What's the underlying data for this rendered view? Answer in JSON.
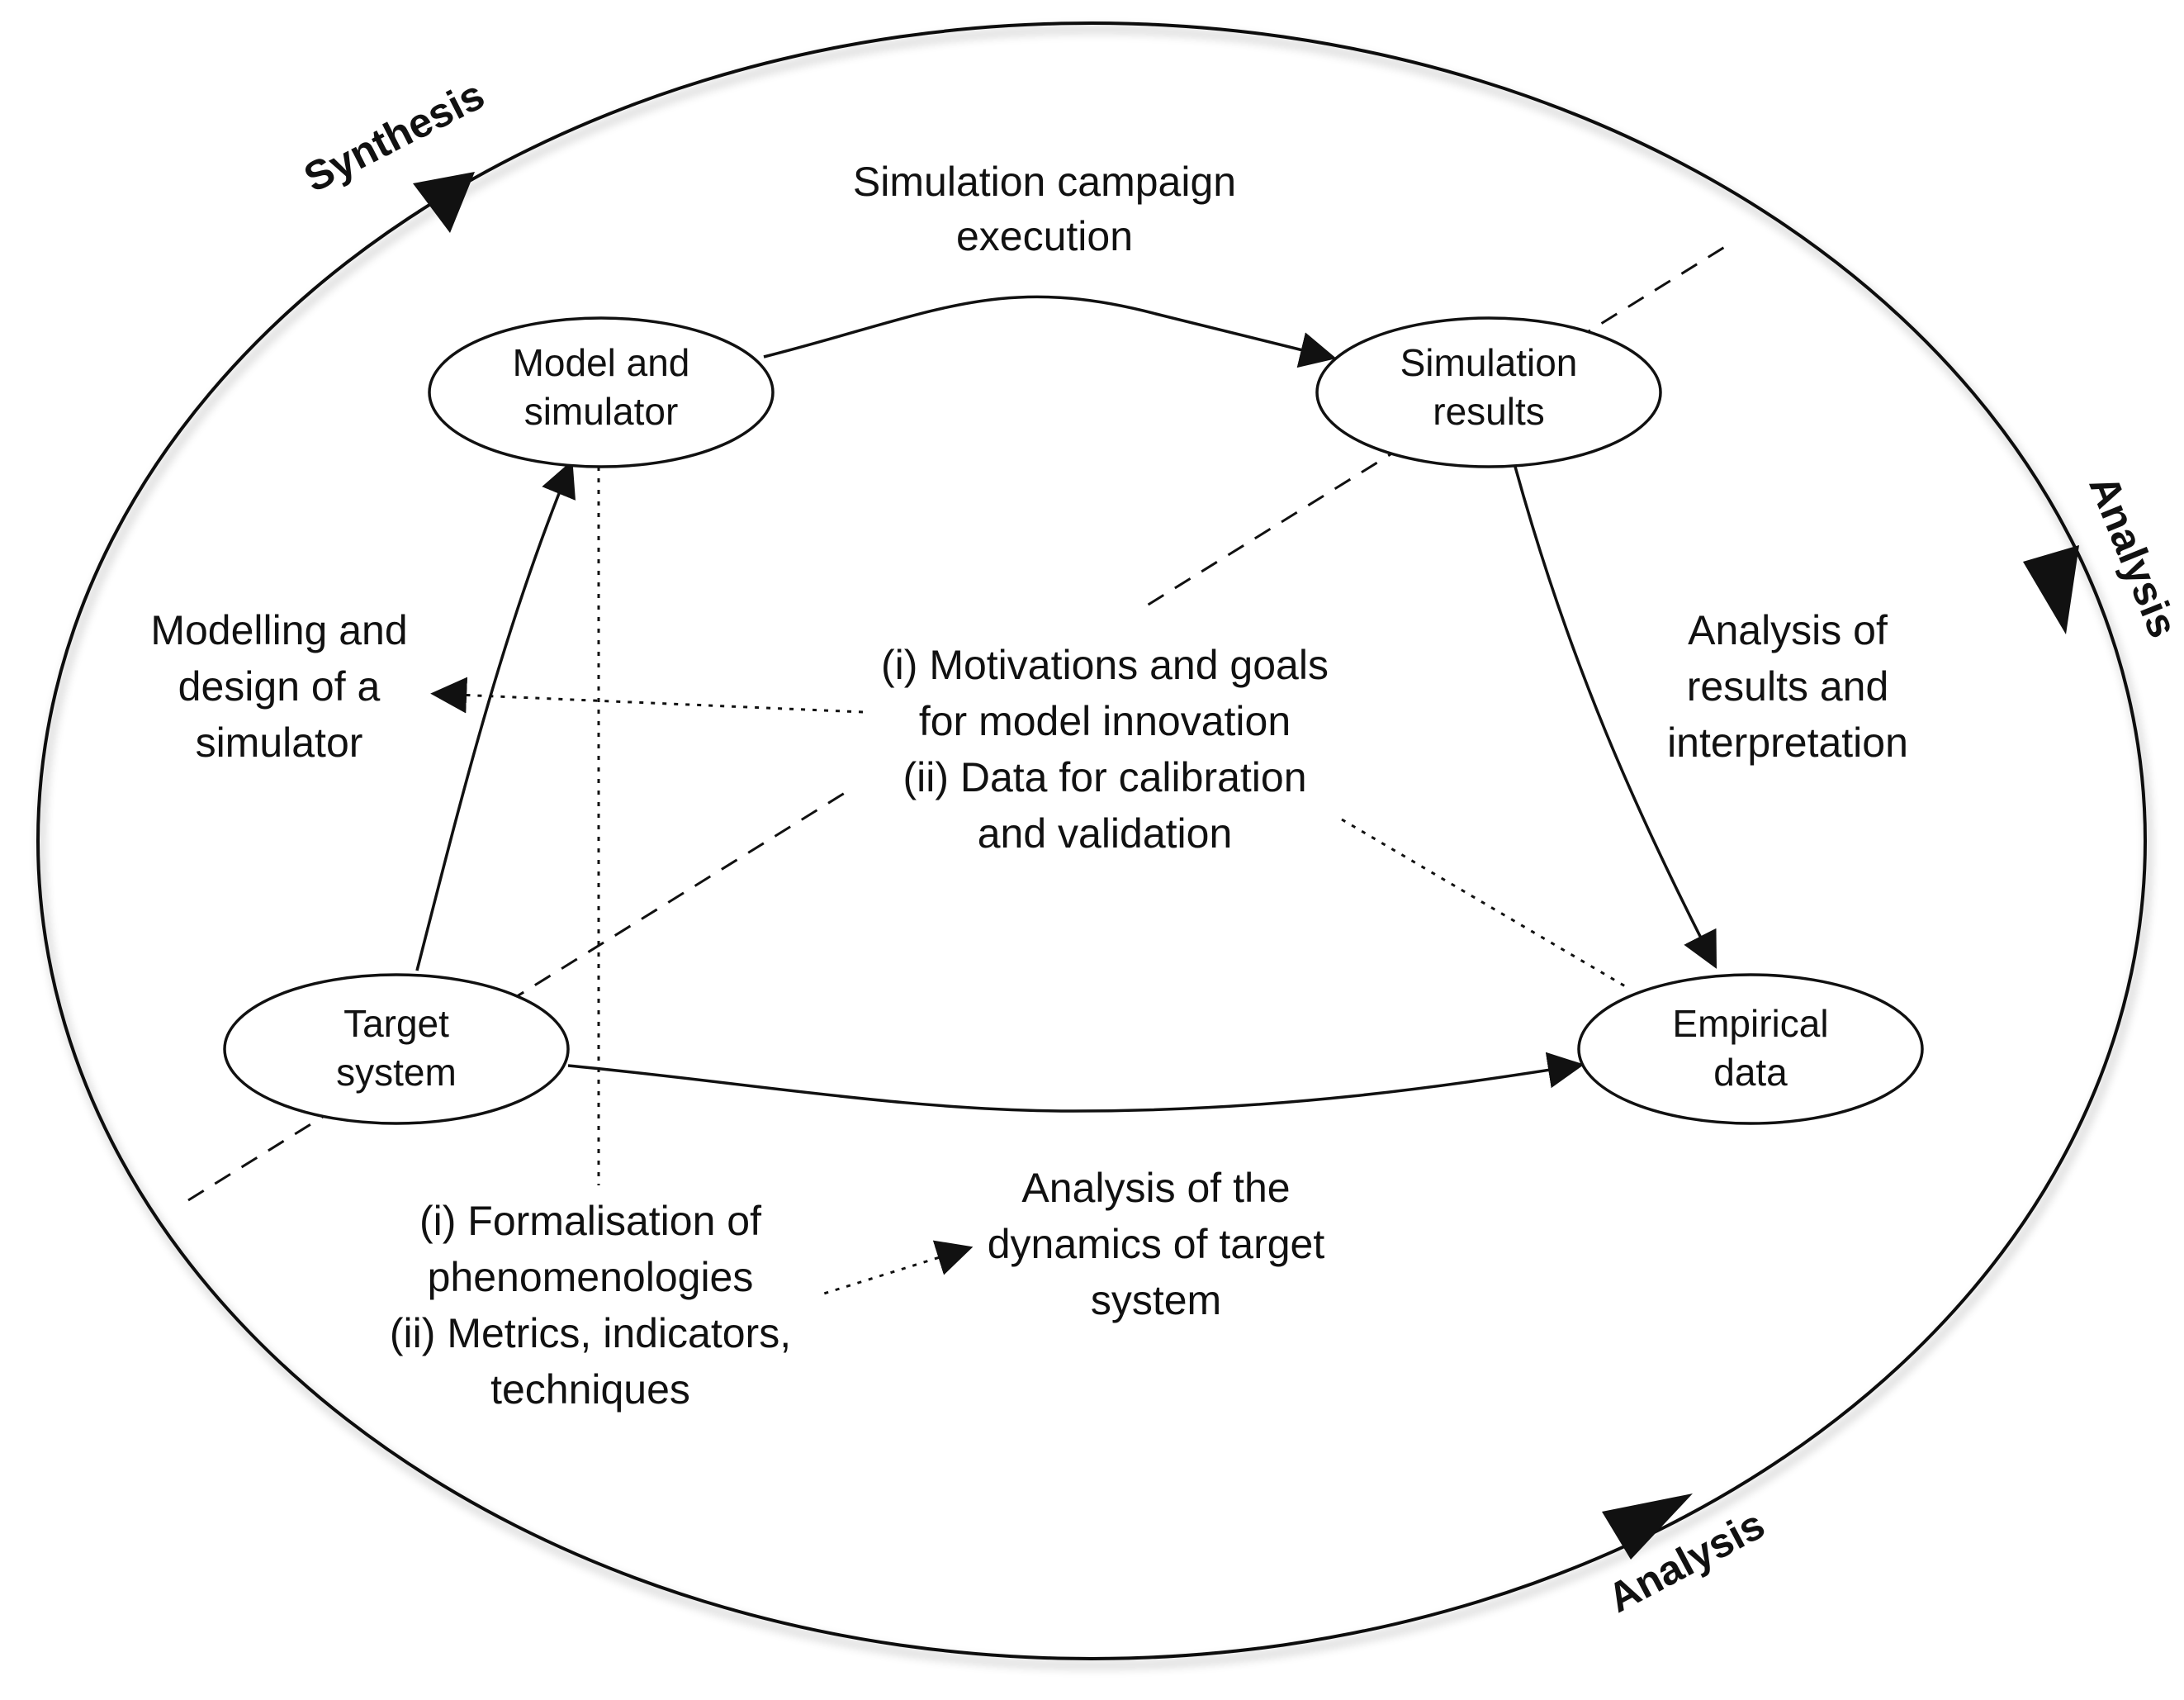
{
  "nodes": {
    "model_simulator": [
      "Model and",
      "simulator"
    ],
    "simulation_results": [
      "Simulation",
      "results"
    ],
    "target_system": [
      "Target",
      "system"
    ],
    "empirical_data": [
      "Empirical",
      "data"
    ]
  },
  "edge_labels": {
    "campaign_execution": [
      "Simulation campaign",
      "execution"
    ],
    "modelling_design": [
      "Modelling and",
      "design of a",
      "simulator"
    ],
    "analysis_results": [
      "Analysis of",
      "results and",
      "interpretation"
    ],
    "analysis_dynamics": [
      "Analysis of the",
      "dynamics of target",
      "system"
    ]
  },
  "center_notes": {
    "motivations": [
      "(i) Motivations and goals",
      "for model innovation",
      "(ii) Data for calibration",
      "and validation"
    ],
    "formalisation": [
      "(i) Formalisation of",
      "phenomenologies",
      "(ii) Metrics, indicators,",
      "techniques"
    ]
  },
  "cycle_labels": {
    "synthesis": "Synthesis",
    "analysis_right": "Analysis",
    "analysis_bottom": "Analysis"
  }
}
